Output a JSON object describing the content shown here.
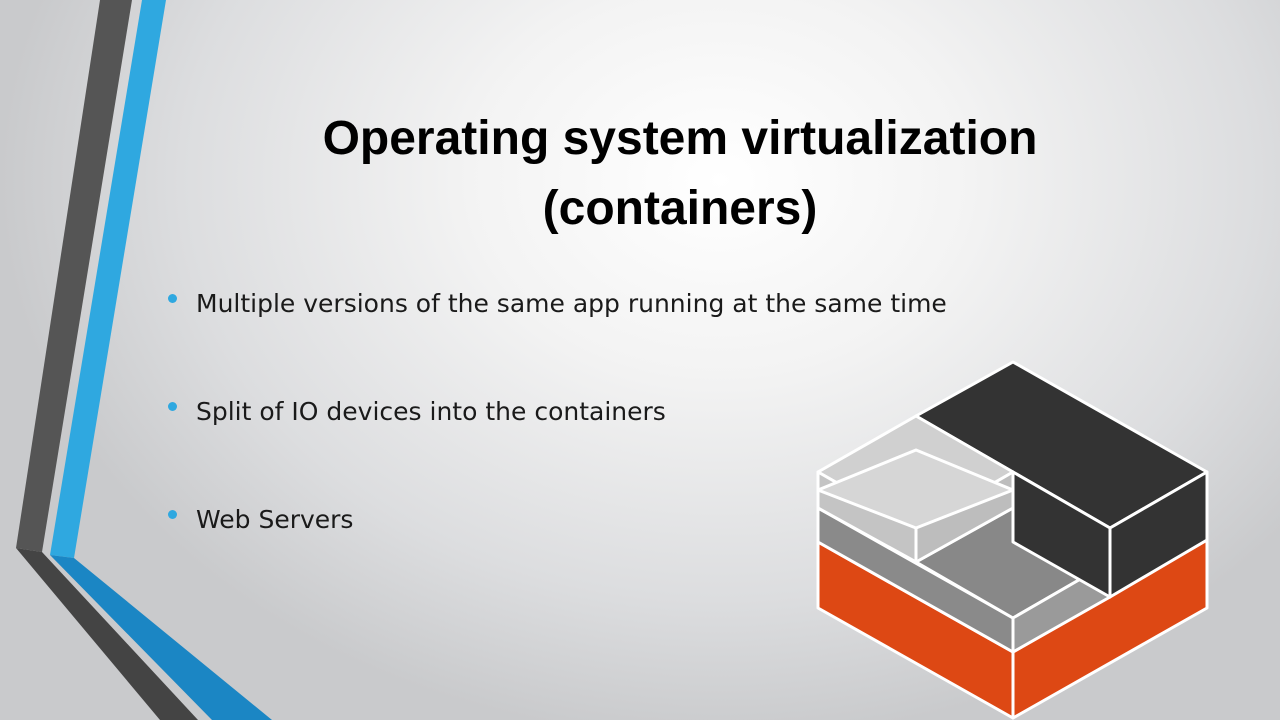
{
  "slide": {
    "title_line1": "Operating system virtualization",
    "title_line2": "(containers)",
    "bullets": [
      "Multiple versions of the same app running at the same time",
      "Split of IO devices into the containers",
      "Web Servers"
    ]
  },
  "colors": {
    "accent_blue": "#2fa8e0",
    "dark_gray": "#555555",
    "logo_orange": "#dd4814",
    "logo_dark": "#333333",
    "logo_mid": "#888888",
    "logo_light": "#cccccc"
  },
  "graphics": {
    "logo": "lxc-container-logo"
  }
}
